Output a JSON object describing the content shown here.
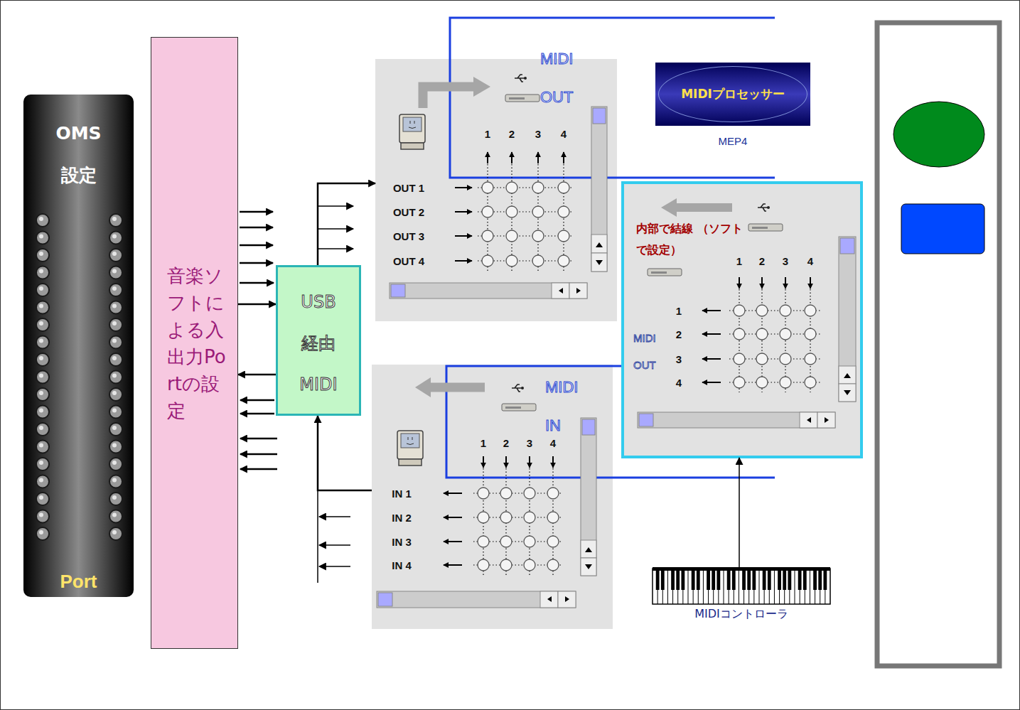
{
  "diagram": {
    "nodes": [
      {
        "text": [
          "OMS",
          "設定",
          "Port"
        ]
      },
      {
        "text": [
          "音楽ソフトによる入出力Portの設定"
        ]
      },
      {
        "text": [
          "USB 経由 MIDI"
        ]
      },
      {
        "text": [
          "MIDI OUT"
        ]
      },
      {
        "text": [
          "MIDIプロセッサー",
          "MEP4"
        ]
      },
      {
        "text": [
          "内部で結線 （ソフトで設定）",
          "MIDI OUT"
        ]
      },
      {
        "text": [
          "MIDI IN"
        ]
      },
      {
        "text": [
          "MIDIコントローラ"
        ]
      }
    ],
    "edges": [
      {
        "from": 1,
        "to": 2,
        "arrow": "to"
      },
      {
        "from": 2,
        "to": 1,
        "arrow": "to"
      },
      {
        "from": 2,
        "to": 3,
        "arrow": "to"
      },
      {
        "from": 6,
        "to": 2,
        "arrow": "to"
      },
      {
        "from": 7,
        "to": 5,
        "arrow": "to"
      }
    ],
    "labels": [
      "1",
      "2",
      "3",
      "4",
      "OUT 1",
      "OUT 2",
      "OUT 3",
      "OUT 4",
      "1",
      "2",
      "3",
      "4",
      "1",
      "2",
      "3",
      "4",
      "1",
      "2",
      "3",
      "4",
      "IN 1",
      "IN 2",
      "IN 3",
      "IN 4"
    ]
  }
}
